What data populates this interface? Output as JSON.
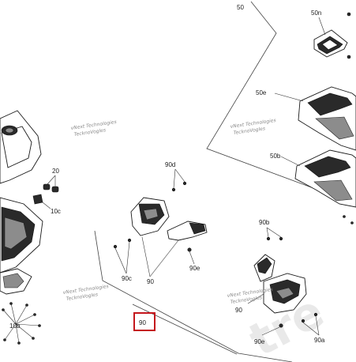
{
  "labels": {
    "l50": "50",
    "l50n": "50n",
    "l50e": "50e",
    "l50b": "50b",
    "l20": "20",
    "l10c": "10c",
    "l90d": "90d",
    "l90b": "90b",
    "l90c": "90c",
    "l90_mid": "90",
    "l90e_mid": "90e",
    "l90_right": "90",
    "l90e_right": "90e",
    "l90a": "90a",
    "l10b": "10b",
    "l90_highlight": "90"
  },
  "watermark": {
    "line1": "vNext Technologies",
    "line2": "TecknoVogles",
    "big": "tre"
  },
  "colors": {
    "highlight": "#c4161c",
    "ink": "#1a1a1a",
    "background": "#ffffff"
  }
}
